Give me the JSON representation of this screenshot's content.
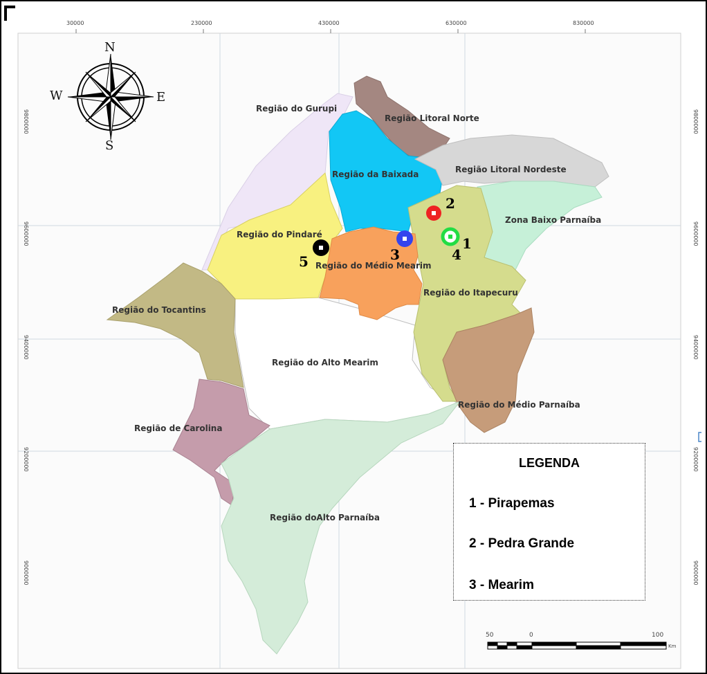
{
  "map": {
    "x_ticks": [
      "30000",
      "230000",
      "430000",
      "630000",
      "830000"
    ],
    "y_ticks_left": [
      "9800000",
      "9600000",
      "9400000",
      "9200000",
      "9000000"
    ],
    "y_ticks_right": [
      "9800000",
      "9600000",
      "9400000",
      "9200000",
      "9000000"
    ],
    "regions": {
      "gurupi": "Região do Gurupi",
      "litoral_norte": "Região Litoral Norte",
      "baixada": "Região da Baixada",
      "litoral_nordeste": "Região Litoral Nordeste",
      "baixo_parnaiba": "Zona Baixo Parnaíba",
      "pindare": "Região do Pindaré",
      "medio_mearim": "Região do Médio Mearim",
      "itapecuru": "Região do Itapecuru",
      "tocantins": "Região do Tocantins",
      "alto_mearim": "Região do Alto Mearim",
      "medio_parnaiba": "Região do Médio Parnaíba",
      "carolina": "Região de Carolina",
      "alto_parnaiba": "Região doAlto Parnaíba"
    },
    "colors": {
      "gurupi": "#efe6f7",
      "litoral_norte": "#a48781",
      "baixada": "#12c7f5",
      "litoral_nordeste": "#d7d7d7",
      "baixo_parnaiba": "#c6f0d8",
      "pindare": "#f8f180",
      "medio_mearim": "#f8a15c",
      "itapecuru": "#d5dc8d",
      "tocantins": "#c2b985",
      "alto_mearim": "#ffffff",
      "medio_parnaiba": "#c69c7a",
      "carolina": "#c59cab",
      "alto_parnaiba": "#d4ecd9"
    },
    "markers": [
      {
        "number": "1",
        "color": "#22dd44"
      },
      {
        "number": "2",
        "color": "#ee2222"
      },
      {
        "number": "3",
        "color": "#3344ee"
      },
      {
        "number": "4",
        "color": "#22dd44"
      },
      {
        "number": "5",
        "color": "#000000"
      }
    ],
    "compass": {
      "n": "N",
      "s": "S",
      "e": "E",
      "w": "W"
    },
    "scale": {
      "left": "50",
      "mid": "0",
      "right": "100",
      "unit": "Km"
    }
  },
  "legend": {
    "title": "LEGENDA",
    "items": [
      "1 - Pirapemas",
      "2 - Pedra Grande",
      "3 - Mearim"
    ]
  }
}
